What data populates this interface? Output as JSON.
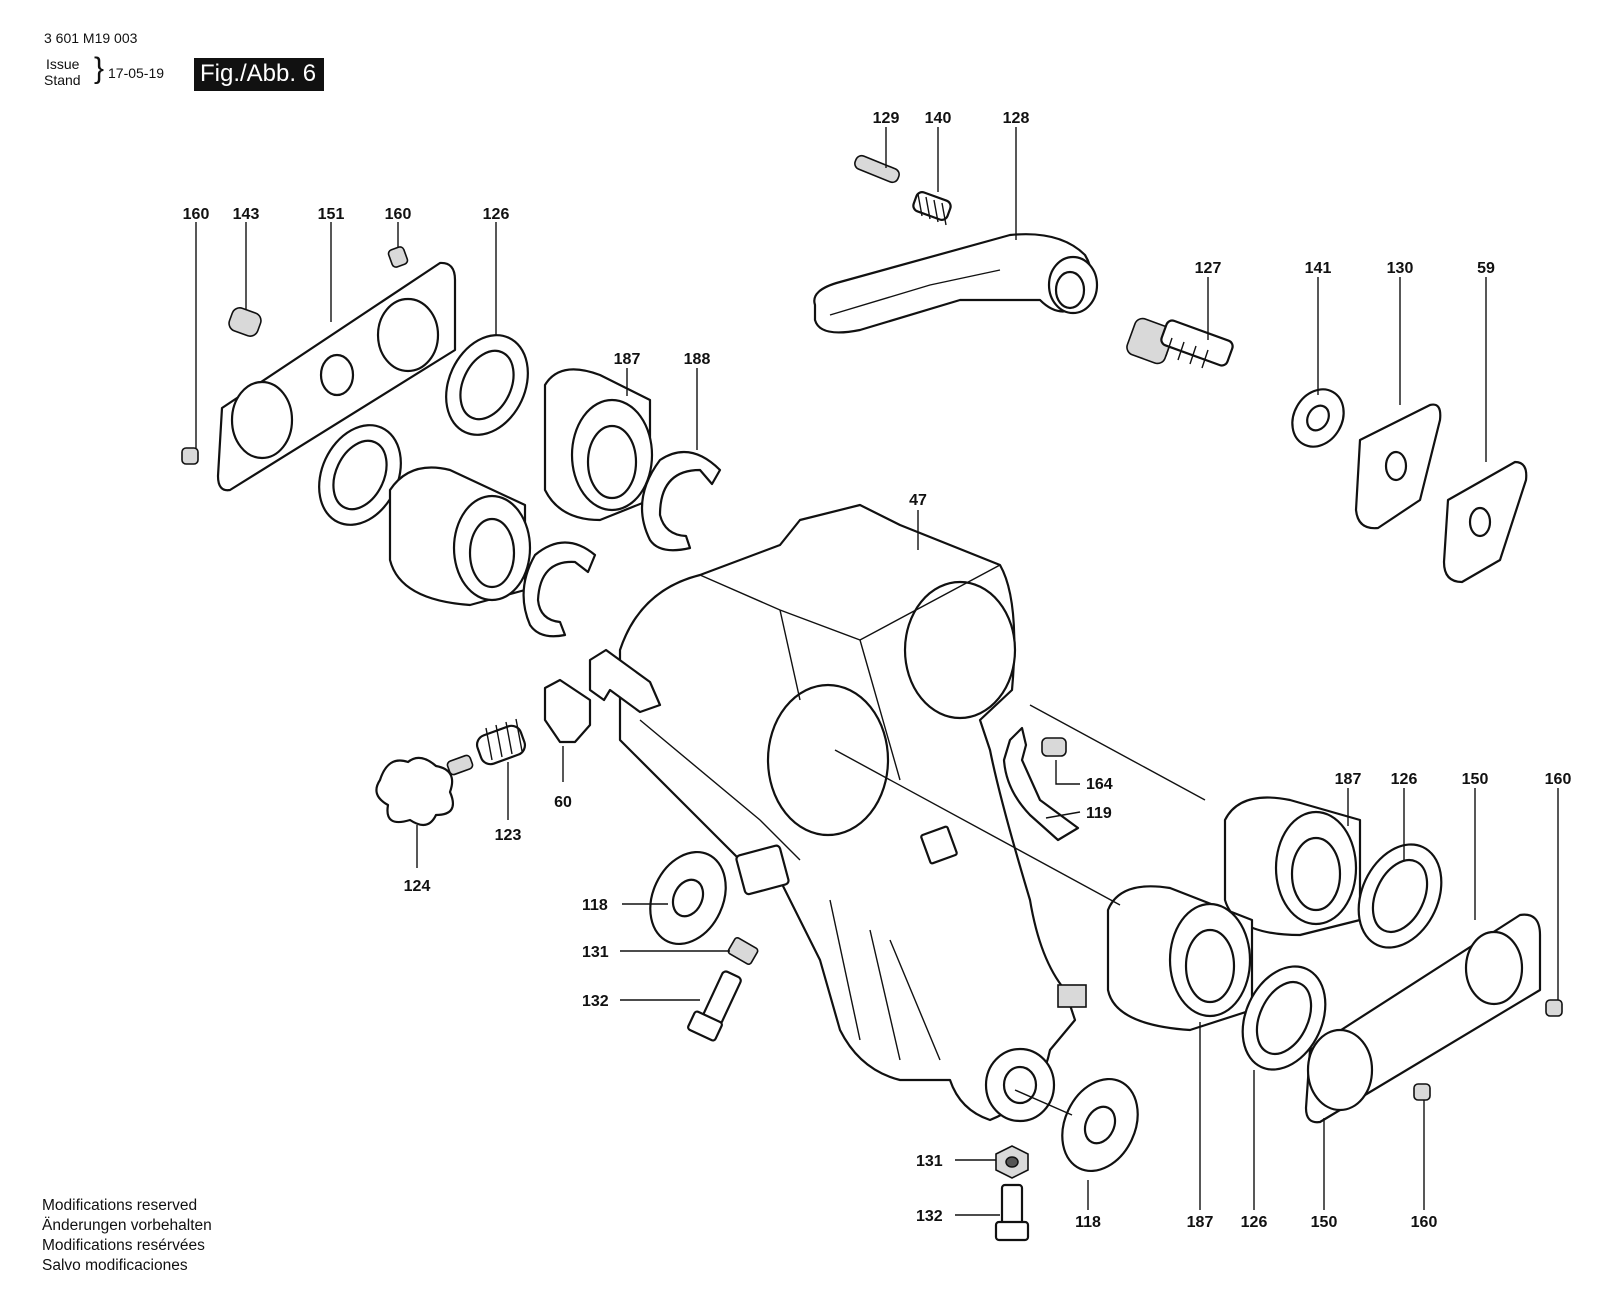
{
  "header": {
    "doc_number": "3 601 M19 003",
    "issue_label_1": "Issue",
    "issue_label_2": "Stand",
    "issue_date": "17-05-19",
    "figure_label": "Fig./Abb. 6"
  },
  "callouts": [
    {
      "id": "c129",
      "text": "129"
    },
    {
      "id": "c140",
      "text": "140"
    },
    {
      "id": "c128",
      "text": "128"
    },
    {
      "id": "c160a",
      "text": "160"
    },
    {
      "id": "c143",
      "text": "143"
    },
    {
      "id": "c151",
      "text": "151"
    },
    {
      "id": "c160b",
      "text": "160"
    },
    {
      "id": "c126a",
      "text": "126"
    },
    {
      "id": "c187a",
      "text": "187"
    },
    {
      "id": "c188",
      "text": "188"
    },
    {
      "id": "c127",
      "text": "127"
    },
    {
      "id": "c141",
      "text": "141"
    },
    {
      "id": "c130",
      "text": "130"
    },
    {
      "id": "c59",
      "text": "59"
    },
    {
      "id": "c47",
      "text": "47"
    },
    {
      "id": "c60",
      "text": "60"
    },
    {
      "id": "c123",
      "text": "123"
    },
    {
      "id": "c124",
      "text": "124"
    },
    {
      "id": "c164",
      "text": "164"
    },
    {
      "id": "c119",
      "text": "119"
    },
    {
      "id": "c187b",
      "text": "187"
    },
    {
      "id": "c126b",
      "text": "126"
    },
    {
      "id": "c150a",
      "text": "150"
    },
    {
      "id": "c160c",
      "text": "160"
    },
    {
      "id": "c118a",
      "text": "118"
    },
    {
      "id": "c131a",
      "text": "131"
    },
    {
      "id": "c132a",
      "text": "132"
    },
    {
      "id": "c131b",
      "text": "131"
    },
    {
      "id": "c132b",
      "text": "132"
    },
    {
      "id": "c118b",
      "text": "118"
    },
    {
      "id": "c187c",
      "text": "187"
    },
    {
      "id": "c126c",
      "text": "126"
    },
    {
      "id": "c150b",
      "text": "150"
    },
    {
      "id": "c160d",
      "text": "160"
    }
  ],
  "notes": [
    "Modifications reserved",
    "Änderungen vorbehalten",
    "Modifications resérvées",
    "Salvo modificaciones"
  ]
}
